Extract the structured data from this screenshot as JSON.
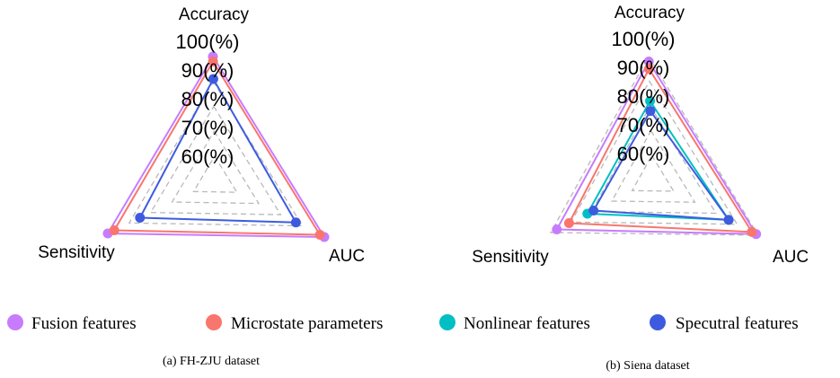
{
  "chart_data": [
    {
      "type": "radar",
      "axes": [
        "Accuracy",
        "AUC",
        "Sensitivity"
      ],
      "ring_labels": [
        "100(%)",
        "90(%)",
        "80(%)",
        "70(%)",
        "60(%)"
      ],
      "rings": [
        100,
        90,
        80,
        70,
        60
      ],
      "range": [
        50,
        100
      ],
      "caption": "(a)  FH-ZJU dataset",
      "series": [
        {
          "name": "Fusion features",
          "color": "#c77cff",
          "values": [
            100,
            100,
            100
          ]
        },
        {
          "name": "Microstate parameters",
          "color": "#f8766d",
          "values": [
            98,
            98,
            97
          ]
        },
        {
          "name": "Spectral features",
          "color": "#3e5bdf",
          "values": [
            91,
            87,
            85
          ]
        }
      ]
    },
    {
      "type": "radar",
      "axes": [
        "Accuracy",
        "AUC",
        "Sensitivity"
      ],
      "ring_labels": [
        "100(%)",
        "90(%)",
        "80(%)",
        "70(%)",
        "60(%)"
      ],
      "rings": [
        100,
        90,
        80,
        70,
        60
      ],
      "range": [
        50,
        100
      ],
      "caption": "(b)  Siena dataset",
      "series": [
        {
          "name": "Fusion features",
          "color": "#c77cff",
          "values": [
            98,
            99,
            97
          ]
        },
        {
          "name": "Microstate parameters",
          "color": "#f8766d",
          "values": [
            95,
            97,
            91
          ]
        },
        {
          "name": "Nonlinear features",
          "color": "#00bfc4",
          "values": [
            82,
            86,
            82
          ]
        },
        {
          "name": "Spectral features",
          "color": "#3e5bdf",
          "values": [
            78,
            86,
            79
          ]
        }
      ]
    }
  ],
  "legend": [
    {
      "label": "Fusion features",
      "color": "#c77cff"
    },
    {
      "label": "Microstate parameters",
      "color": "#f8766d"
    },
    {
      "label": "Nonlinear features",
      "color": "#00bfc4"
    },
    {
      "label": "Specutral features",
      "color": "#3e5bdf"
    }
  ]
}
